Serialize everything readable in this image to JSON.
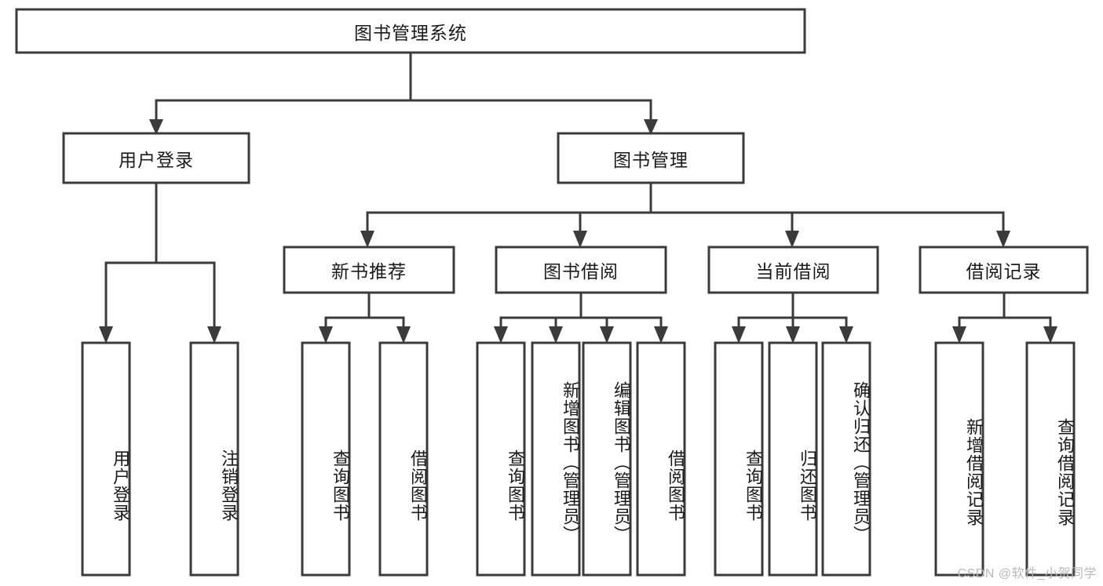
{
  "diagram": {
    "type": "tree-hierarchy-chart",
    "title": "图书管理系统",
    "orientation": "top-down",
    "colors": {
      "box_stroke": "#3b3b3b",
      "box_fill": "#ffffff",
      "connector": "#3b3b3b",
      "text": "#1a1a1a",
      "watermark": "#b9b9b9",
      "background": "#ffffff"
    }
  },
  "root": {
    "label": "图书管理系统"
  },
  "level2": [
    {
      "label": "用户登录"
    },
    {
      "label": "图书管理"
    }
  ],
  "level3": [
    {
      "label": "新书推荐"
    },
    {
      "label": "图书借阅"
    },
    {
      "label": "当前借阅"
    },
    {
      "label": "借阅记录"
    }
  ],
  "leaves": {
    "user_login": [
      {
        "label": "用户登录"
      },
      {
        "label": "注销登录"
      }
    ],
    "new_book": [
      {
        "label": "查询图书"
      },
      {
        "label": "借阅图书"
      }
    ],
    "book_borrow": [
      {
        "label": "查询图书"
      },
      {
        "label": "新增图书（管理员）"
      },
      {
        "label": "编辑图书（管理员）"
      },
      {
        "label": "借阅图书"
      }
    ],
    "current_borrow": [
      {
        "label": "查询图书"
      },
      {
        "label": "归还图书"
      },
      {
        "label": "确认归还（管理员）"
      }
    ],
    "borrow_record": [
      {
        "label": "新增借阅记录"
      },
      {
        "label": "查询借阅记录"
      }
    ]
  },
  "watermark": {
    "text": "CSDN @软件_小贺同学"
  }
}
